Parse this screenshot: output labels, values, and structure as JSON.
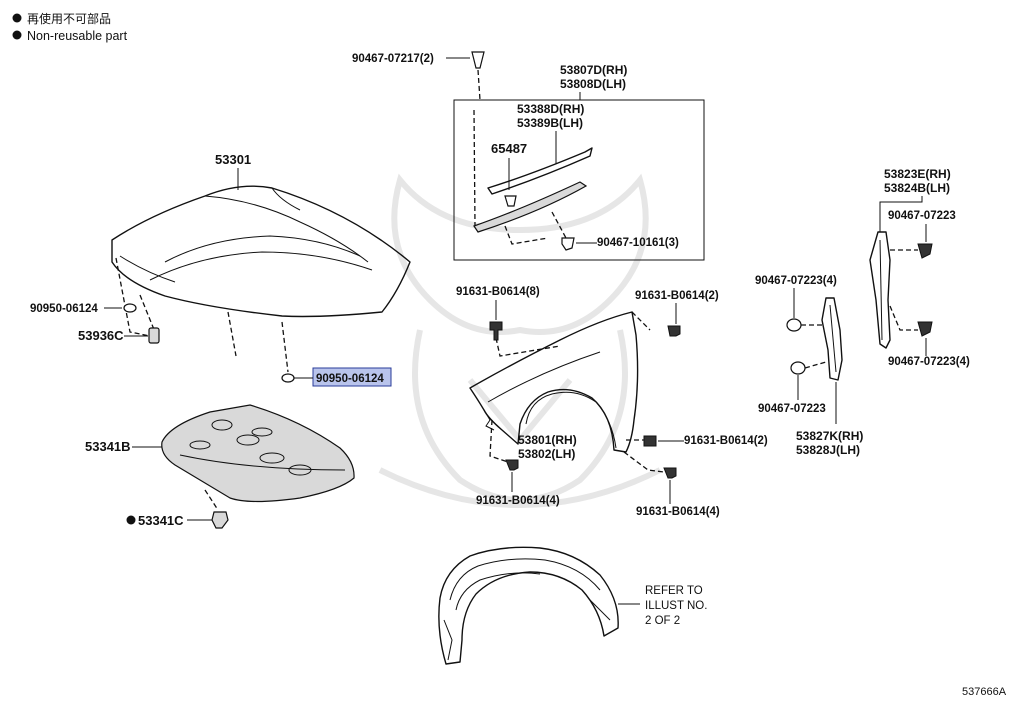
{
  "legend": {
    "jp_text": "再使用不可部品",
    "en_text": "Non-reusable part"
  },
  "highlight_color": "#b9c4ec",
  "part_labels": {
    "p90467_07217": "90467-07217(2)",
    "p53807d": "53807D(RH)",
    "p53808d": "53808D(LH)",
    "p53388d": "53388D(RH)",
    "p53389b": "53389B(LH)",
    "p65487": "65487",
    "p90467_10161": "90467-10161(3)",
    "p53301": "53301",
    "p90950_left": "90950-06124",
    "p53936c": "53936C",
    "p90950_highlight": "90950-06124",
    "p53341b": "53341B",
    "p53341c": "53341C",
    "p91631_top_left": "91631-B0614(8)",
    "p91631_top_right": "91631-B0614(2)",
    "p53801": "53801(RH)",
    "p53802": "53802(LH)",
    "p91631_mid_right": "91631-B0614(2)",
    "p91631_bottom_left": "91631-B0614(4)",
    "p91631_bottom_right": "91631-B0614(4)",
    "p53823e": "53823E(RH)",
    "p53824b": "53824B(LH)",
    "p90467_07223_top": "90467-07223",
    "p90467_07223_4a": "90467-07223(4)",
    "p90467_07223_4b": "90467-07223(4)",
    "p90467_07223_mid": "90467-07223",
    "p53827k": "53827K(RH)",
    "p53828j": "53828J(LH)"
  },
  "note": {
    "line1": "REFER TO",
    "line2": "ILLUST NO.",
    "line3": "2 OF 2"
  },
  "diagram_id": "537666A"
}
